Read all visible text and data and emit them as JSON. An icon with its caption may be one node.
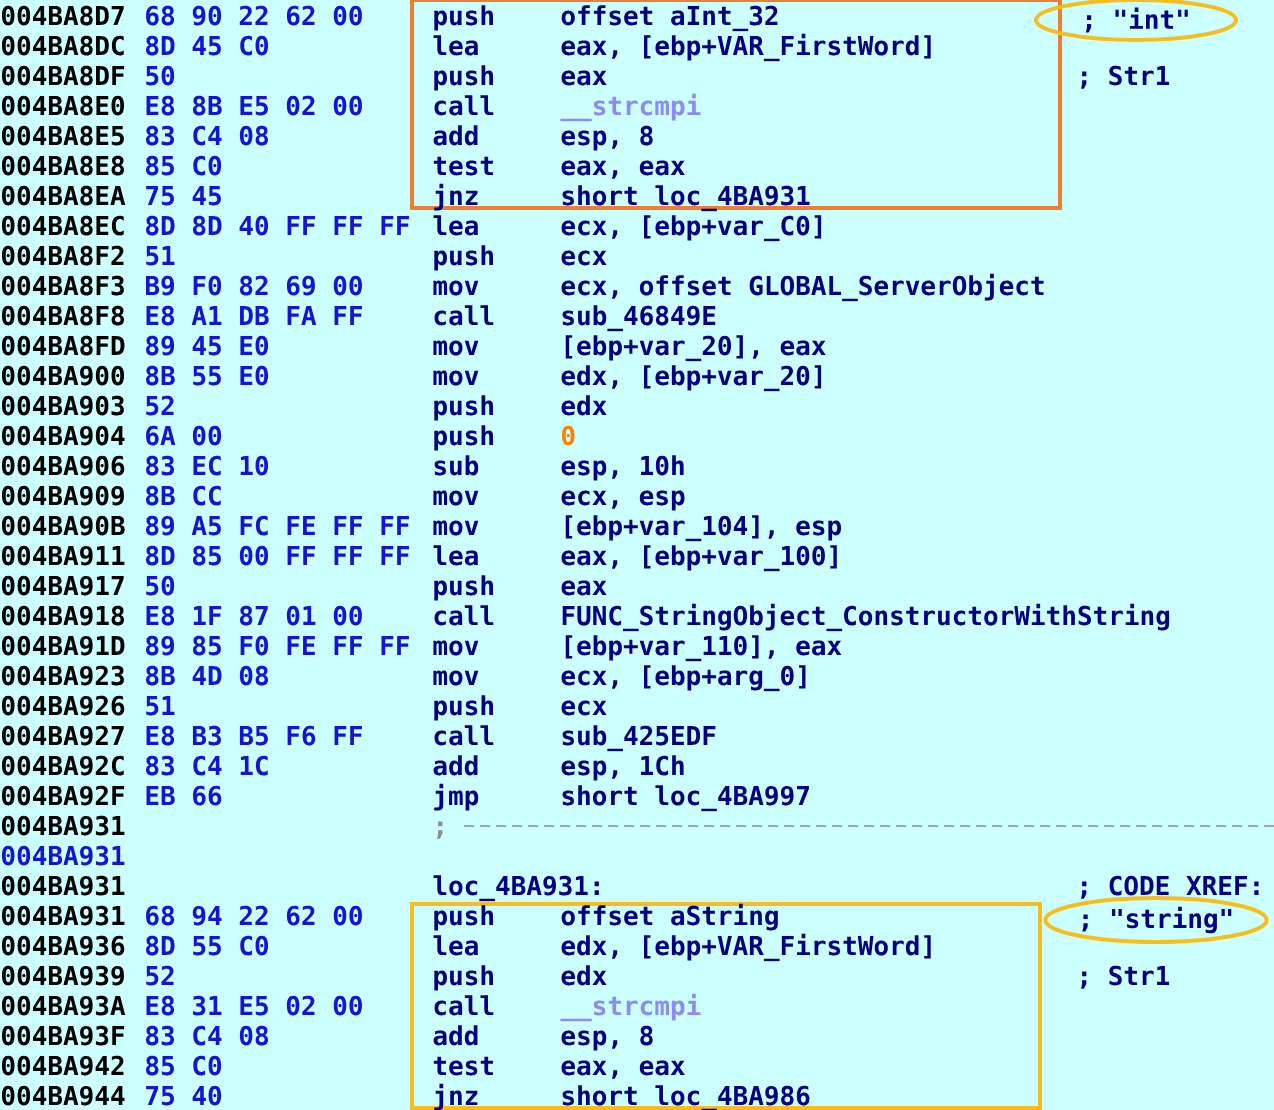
{
  "diagram": {
    "nodes": [
      {
        "text": [],
        "shape": "box"
      },
      {
        "text": [
          "; \"int\""
        ]
      },
      {
        "text": [
          "; \"string\""
        ]
      },
      {
        "text": [],
        "shape": "box"
      }
    ],
    "labels": [
      "004BA8D7",
      "68 90 22 62 00",
      "push",
      "offset aInt_32",
      "004BA8DC",
      "8D 45 C0",
      "lea",
      "eax, [ebp+VAR_FirstWord]",
      "004BA8DF",
      "50",
      "push",
      "eax",
      "; Str1",
      "004BA8E0",
      "E8 8B E5 02 00",
      "call",
      "__strcmpi",
      "004BA8E5",
      "83 C4 08",
      "add",
      "esp, 8",
      "004BA8E8",
      "85 C0",
      "test",
      "eax, eax",
      "004BA8EA",
      "75 45",
      "jnz",
      "short loc_4BA931",
      "004BA8EC",
      "8D 8D 40 FF FF FF",
      "lea",
      "ecx, [ebp+var_C0]",
      "004BA8F2",
      "51",
      "push",
      "ecx",
      "004BA8F3",
      "B9 F0 82 69 00",
      "mov",
      "ecx, offset GLOBAL_ServerObject",
      "004BA8F8",
      "E8 A1 DB FA FF",
      "call",
      "sub_46849E",
      "004BA8FD",
      "89 45 E0",
      "mov",
      "[ebp+var_20], eax",
      "004BA900",
      "8B 55 E0",
      "mov",
      "edx, [ebp+var_20]",
      "004BA903",
      "52",
      "push",
      "edx",
      "004BA904",
      "6A 00",
      "push",
      "0",
      "004BA906",
      "83 EC 10",
      "sub",
      "esp, 10h",
      "004BA909",
      "8B CC",
      "mov",
      "ecx, esp",
      "004BA90B",
      "89 A5 FC FE FF FF",
      "mov",
      "[ebp+var_104], esp",
      "004BA911",
      "8D 85 00 FF FF FF",
      "lea",
      "eax, [ebp+var_100]",
      "004BA917",
      "50",
      "push",
      "eax",
      "004BA918",
      "E8 1F 87 01 00",
      "call",
      "FUNC_StringObject_ConstructorWithString",
      "004BA91D",
      "89 85 F0 FE FF FF",
      "mov",
      "[ebp+var_110], eax",
      "004BA923",
      "8B 4D 08",
      "mov",
      "ecx, [ebp+arg_0]",
      "004BA926",
      "51",
      "push",
      "ecx",
      "004BA927",
      "E8 B3 B5 F6 FF",
      "call",
      "sub_425EDF",
      "004BA92C",
      "83 C4 1C",
      "add",
      "esp, 1Ch",
      "004BA92F",
      "EB 66",
      "jmp",
      "short loc_4BA997",
      "004BA931",
      ";",
      "004BA931",
      "004BA931",
      "loc_4BA931:",
      "; CODE XREF:",
      "004BA931",
      "68 94 22 62 00",
      "push",
      "offset aString",
      "004BA936",
      "8D 55 C0",
      "lea",
      "edx, [ebp+VAR_FirstWord]",
      "004BA939",
      "52",
      "push",
      "edx",
      "; Str1",
      "004BA93A",
      "E8 31 E5 02 00",
      "call",
      "__strcmpi",
      "004BA93F",
      "83 C4 08",
      "add",
      "esp, 8",
      "004BA942",
      "85 C0",
      "test",
      "eax, eax",
      "004BA944",
      "75 40",
      "jnz",
      "short loc_4BA986"
    ]
  }
}
